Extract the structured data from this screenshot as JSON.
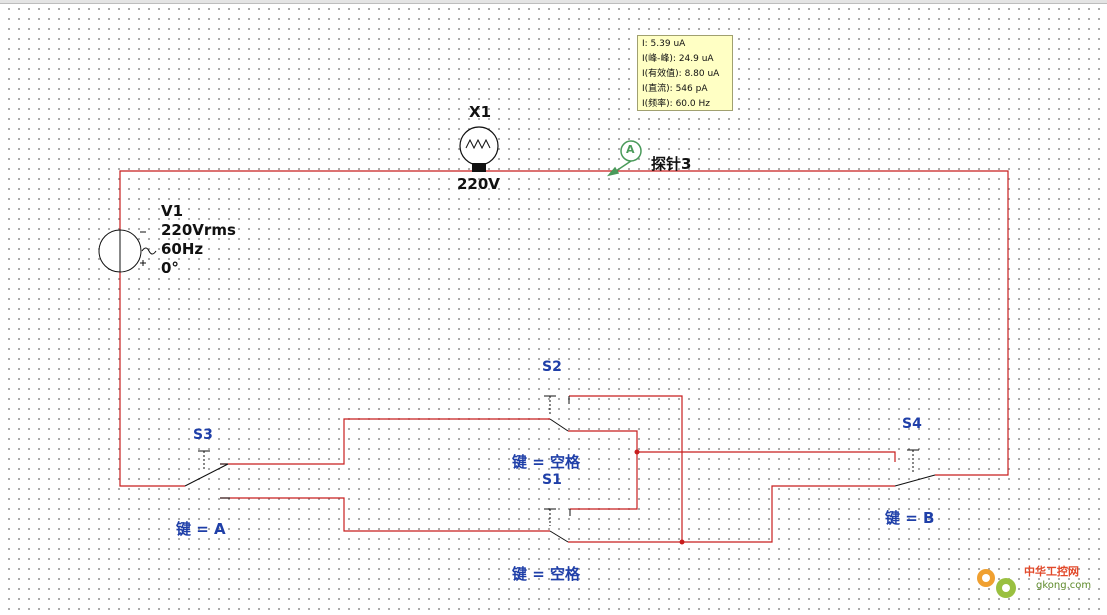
{
  "lamp": {
    "name": "X1",
    "rating": "220V"
  },
  "source": {
    "name": "V1",
    "voltage": "220Vrms",
    "frequency": "60Hz",
    "phase": "0°"
  },
  "probe": {
    "name": "探针3",
    "icon_letter": "A",
    "readings": [
      "I: 5.39 uA",
      "I(峰-峰): 24.9 uA",
      "I(有效值): 8.80 uA",
      "I(直流): 546 pA",
      "I(频率): 60.0 Hz"
    ]
  },
  "switches": [
    {
      "name": "S1",
      "key": "键 = 空格"
    },
    {
      "name": "S2",
      "key": "键 = 空格"
    },
    {
      "name": "S3",
      "key": "键 = A"
    },
    {
      "name": "S4",
      "key": "键 = B"
    }
  ],
  "colors": {
    "wire": "#c81e1e",
    "label": "#1f3fa8",
    "probe": "#4a9a5a",
    "tooltip": "#ffffc4"
  },
  "watermark": {
    "line1": "中华工控网",
    "line2": "gkong.com"
  }
}
